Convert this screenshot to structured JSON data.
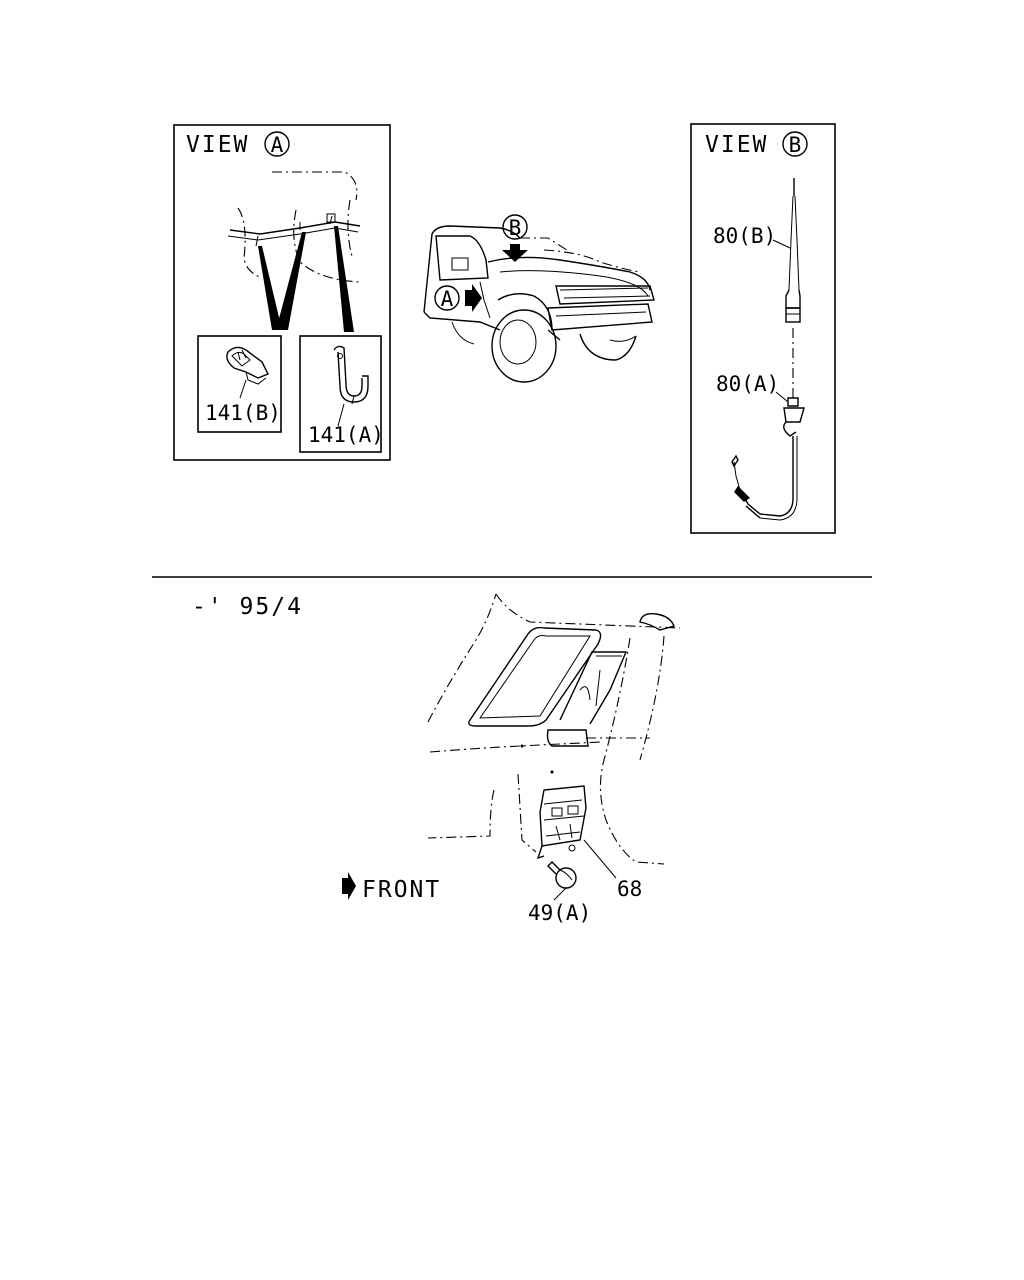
{
  "view_a": {
    "title_word": "VIEW",
    "title_letter": "A",
    "clip_b_label": "141(B)",
    "clip_a_label": "141(A)"
  },
  "view_b": {
    "title_word": "VIEW",
    "title_letter": "B",
    "antenna_mast_label": "80(B)",
    "antenna_base_label": "80(A)"
  },
  "vehicle": {
    "arrow_a_letter": "A",
    "arrow_b_letter": "B"
  },
  "lower": {
    "date_code": "-' 95/4",
    "front_label": "FRONT",
    "bracket_label": "68",
    "bolt_label": "49(A)"
  }
}
